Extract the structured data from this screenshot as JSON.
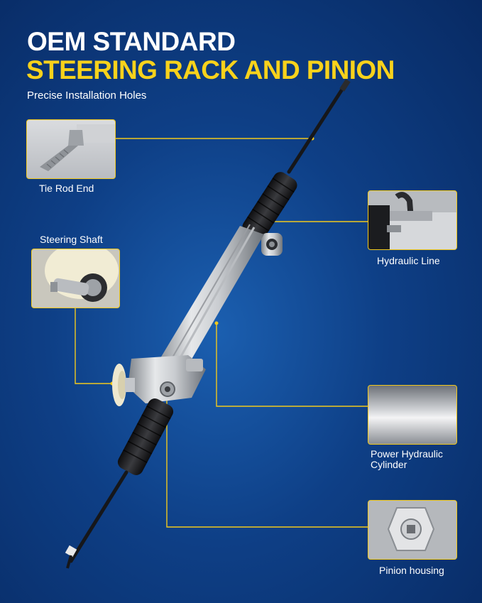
{
  "header": {
    "title_line1": "OEM STANDARD",
    "title_line2": "STEERING RACK AND PINION",
    "subtitle": "Precise Installation Holes"
  },
  "callouts": {
    "tie_rod_end": "Tie Rod End",
    "steering_shaft": "Steering Shaft",
    "hydraulic_line": "Hydraulic Line",
    "power_hydraulic_cylinder_line1": "Power Hydraulic",
    "power_hydraulic_cylinder_line2": "Cylinder",
    "pinion_housing": "Pinion housing"
  },
  "colors": {
    "accent": "#f8d21b",
    "background": "#0e3f86"
  }
}
